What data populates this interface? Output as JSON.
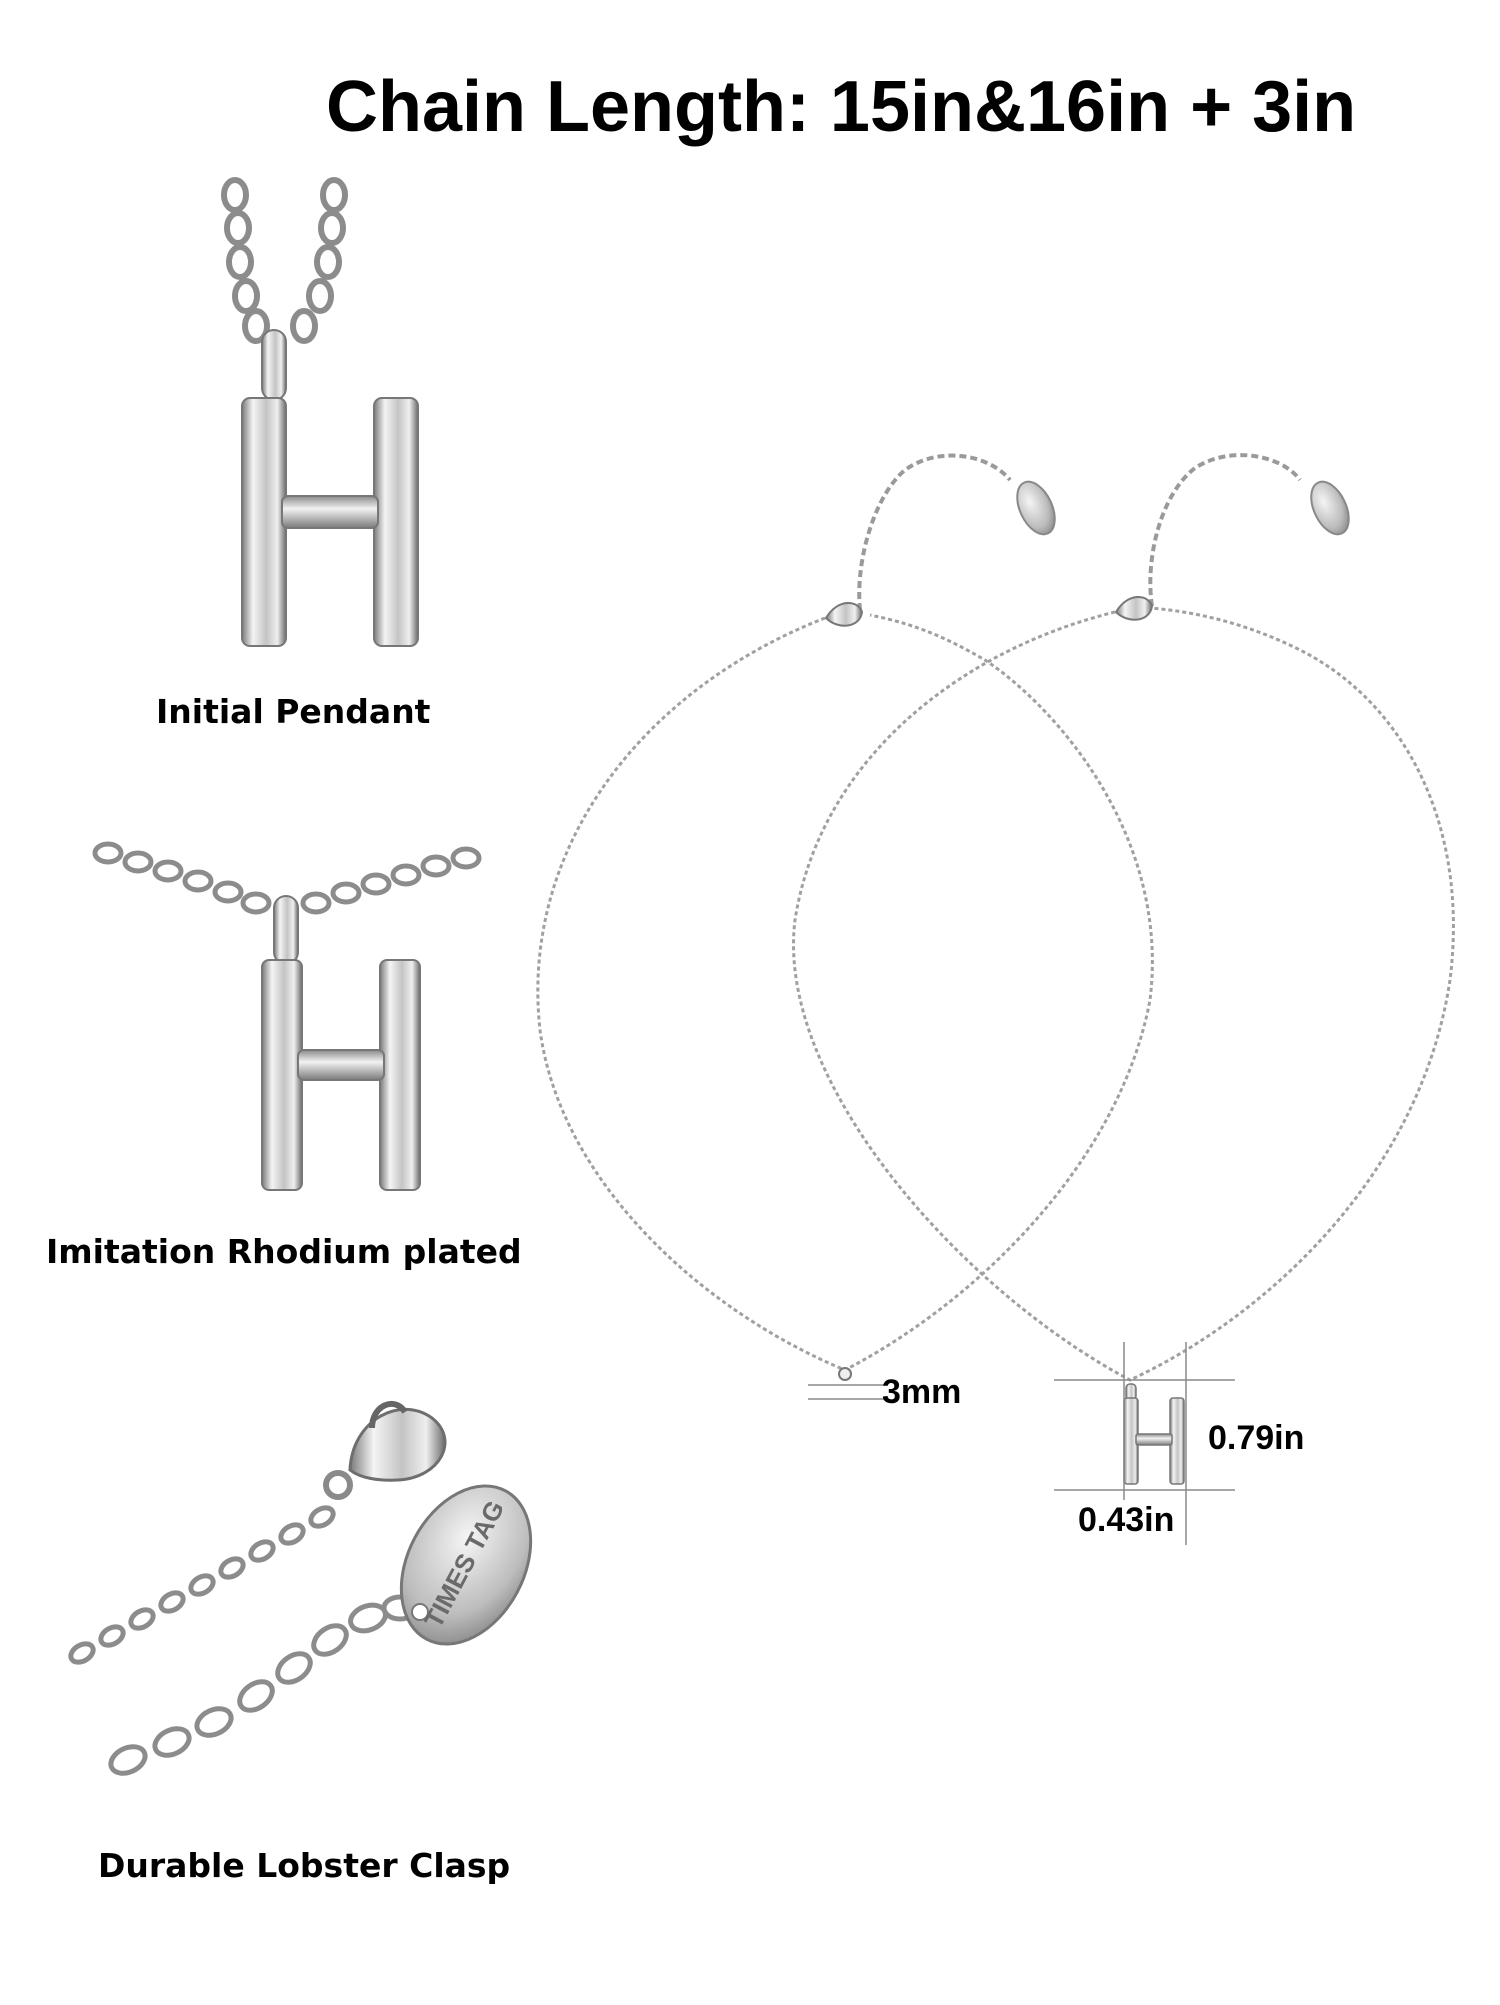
{
  "header": {
    "title": "Chain Length: 15in&16in + 3in"
  },
  "features": [
    {
      "caption": "Initial Pendant"
    },
    {
      "caption": "Imitation Rhodium plated"
    },
    {
      "caption": "Durable Lobster Clasp"
    }
  ],
  "dimensions": {
    "stone": "3mm",
    "pendant_height": "0.79in",
    "pendant_width": "0.43in"
  },
  "tag_text": "TIMES TAG",
  "colors": {
    "metal_light": "#f2f2f2",
    "metal_mid": "#b8b8b8",
    "metal_dark": "#6e6e6e",
    "chain": "#9a9a9a"
  }
}
